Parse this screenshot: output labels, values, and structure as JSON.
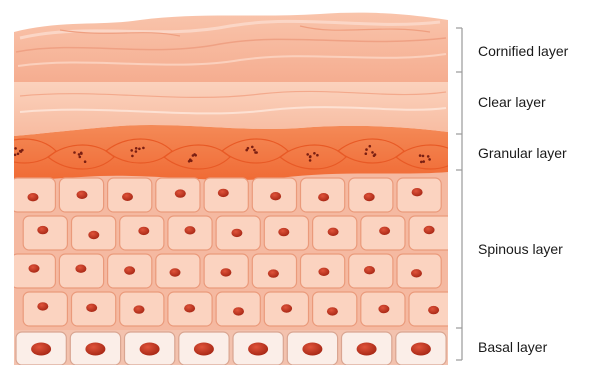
{
  "diagram": {
    "layers": [
      {
        "id": "cornified",
        "label": "Cornified layer"
      },
      {
        "id": "clear",
        "label": "Clear layer"
      },
      {
        "id": "granular",
        "label": "Granular layer"
      },
      {
        "id": "spinous",
        "label": "Spinous layer"
      },
      {
        "id": "basal",
        "label": "Basal layer"
      }
    ],
    "colors": {
      "cornified": "#f6b59a",
      "clear": "#f9c9b1",
      "granular": "#f0743e",
      "spinous_cell": "#fbd3c0",
      "cell_border": "#ea9a7b",
      "nucleus": "#c0311c",
      "basal_cell": "#fbeee8",
      "granule": "#7a1f12",
      "bracket": "#9a9a9a"
    }
  }
}
